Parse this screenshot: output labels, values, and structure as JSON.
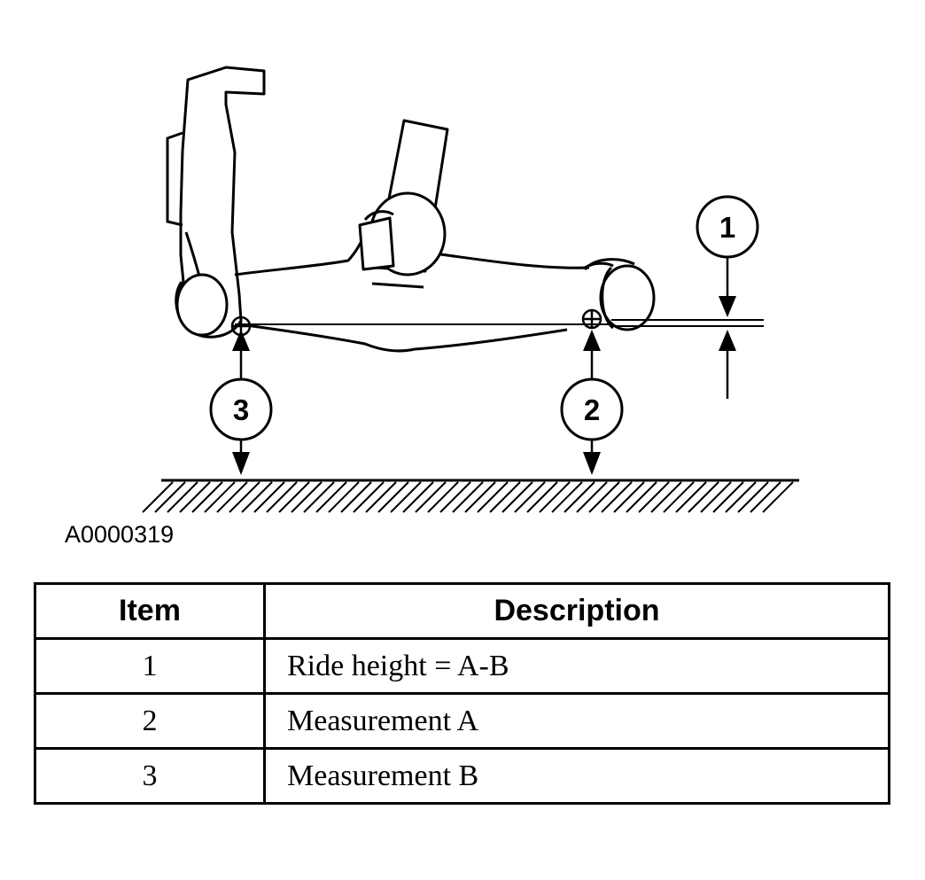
{
  "figure_id": "A0000319",
  "callouts": [
    "1",
    "2",
    "3"
  ],
  "table": {
    "headers": [
      "Item",
      "Description"
    ],
    "rows": [
      {
        "item": "1",
        "description": "Ride height = A-B"
      },
      {
        "item": "2",
        "description": "Measurement A"
      },
      {
        "item": "3",
        "description": "Measurement B"
      }
    ]
  }
}
